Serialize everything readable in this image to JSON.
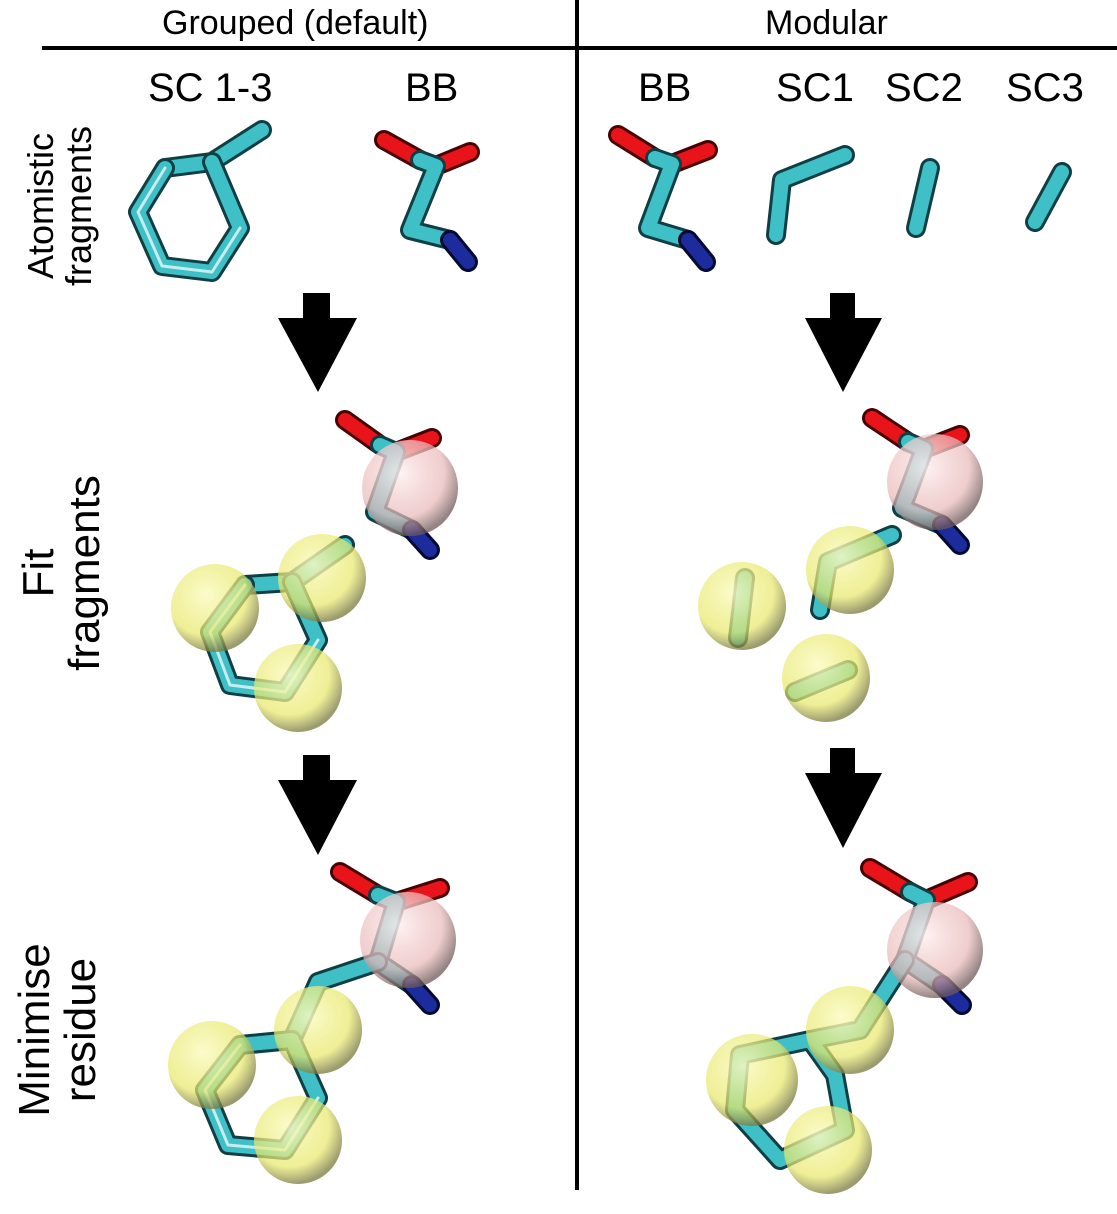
{
  "columns": {
    "grouped": "Grouped (default)",
    "modular": "Modular"
  },
  "fragment_labels": {
    "grouped_sc": "SC 1-3",
    "grouped_bb": "BB",
    "modular_bb": "BB",
    "modular_sc1": "SC1",
    "modular_sc2": "SC2",
    "modular_sc3": "SC3"
  },
  "rows": {
    "atomistic": {
      "line1": "Atomistic",
      "line2": "fragments"
    },
    "fit": {
      "line1": "Fit",
      "line2": "fragments"
    },
    "minimise": {
      "line1": "Minimise",
      "line2": "residue"
    }
  },
  "colors": {
    "carbon": "#3fbfc6",
    "oxygen": "#e8141a",
    "nitrogen": "#1c2c9c",
    "bead_sidechain": "#eeee77",
    "bead_backbone": "#f2c8c8",
    "arrow": "#000000"
  }
}
